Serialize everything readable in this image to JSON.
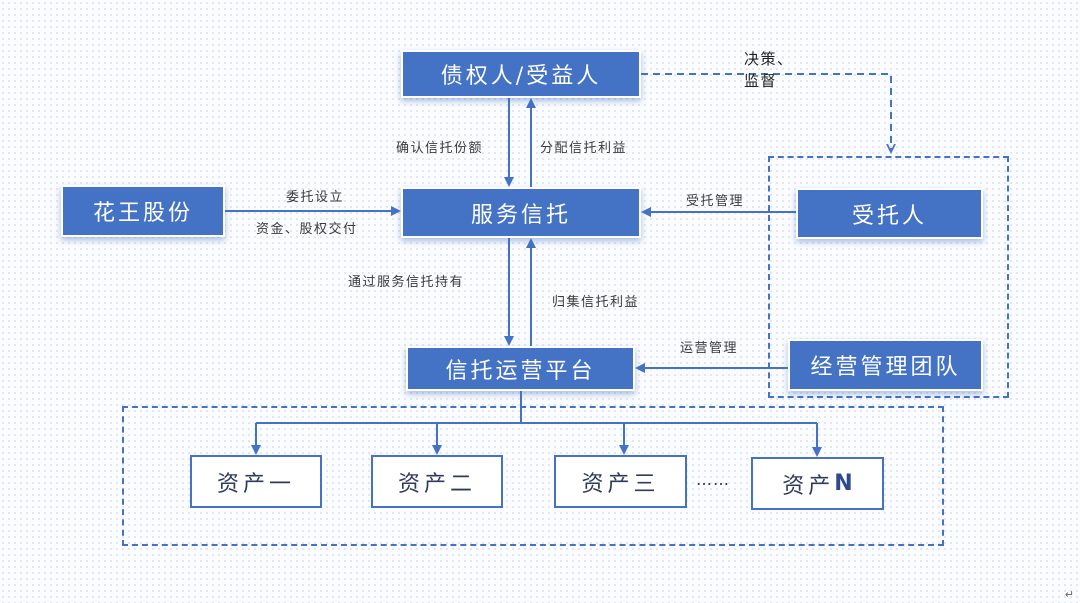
{
  "nodes": {
    "creditor": "债权人/受益人",
    "huawang": "花王股份",
    "service_trust": "服务信托",
    "trustee": "受托人",
    "platform": "信托运营平台",
    "management_team": "经营管理团队"
  },
  "assets": [
    "资产一",
    "资产二",
    "资产三",
    "资产"
  ],
  "asset_n_suffix": "N",
  "ellipsis": "……",
  "edge_labels": {
    "confirm_share": "确认信托份额",
    "distribute_benefit": "分配信托利益",
    "entrust_setup": "委托设立",
    "fund_equity_delivery": "资金、股权交付",
    "trustee_management": "受托管理",
    "hold_via_trust": "通过服务信托持有",
    "collect_benefit": "归集信托利益",
    "operation_management": "运营管理",
    "decision_supervision": "决策、\n监督"
  },
  "return_mark": "↵",
  "colors": {
    "node_fill": "#4472c4",
    "line": "#4472c4",
    "asset_border": "#4472c4"
  }
}
